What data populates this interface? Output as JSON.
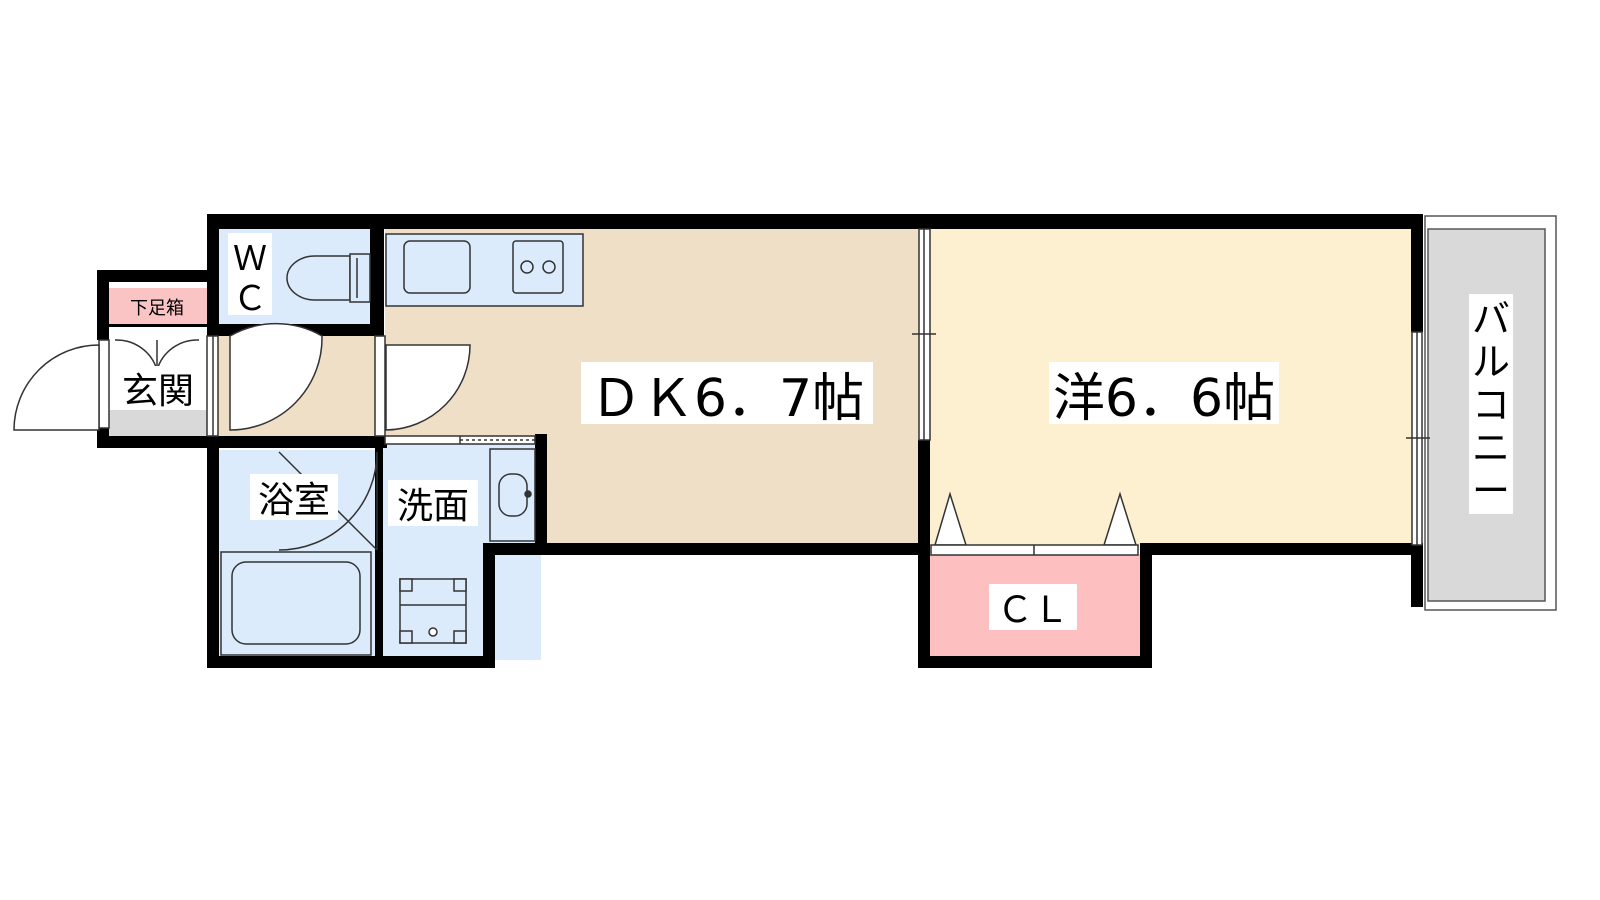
{
  "rooms": {
    "dk": {
      "label": "ＤＫ6．7帖",
      "color": "#efdfc6"
    },
    "western": {
      "label": "洋6．6帖",
      "color": "#fdf0d0"
    },
    "wc_line1": "Ｗ",
    "wc_line2": "Ｃ",
    "bath": "浴室",
    "washroom": "洗面",
    "entrance": "玄関",
    "shoe_box": "下足箱",
    "closet": "ＣＬ",
    "balcony_chars": [
      "バ",
      "ル",
      "コ",
      "ニ",
      "ー"
    ]
  },
  "colors": {
    "water_area": "#dcebfb",
    "closet": "#fdbfbf",
    "shoe_box": "#fbc4c4",
    "balcony": "#d9d9d9",
    "entrance_floor": "#d9d9d9",
    "wall": "#000000"
  }
}
